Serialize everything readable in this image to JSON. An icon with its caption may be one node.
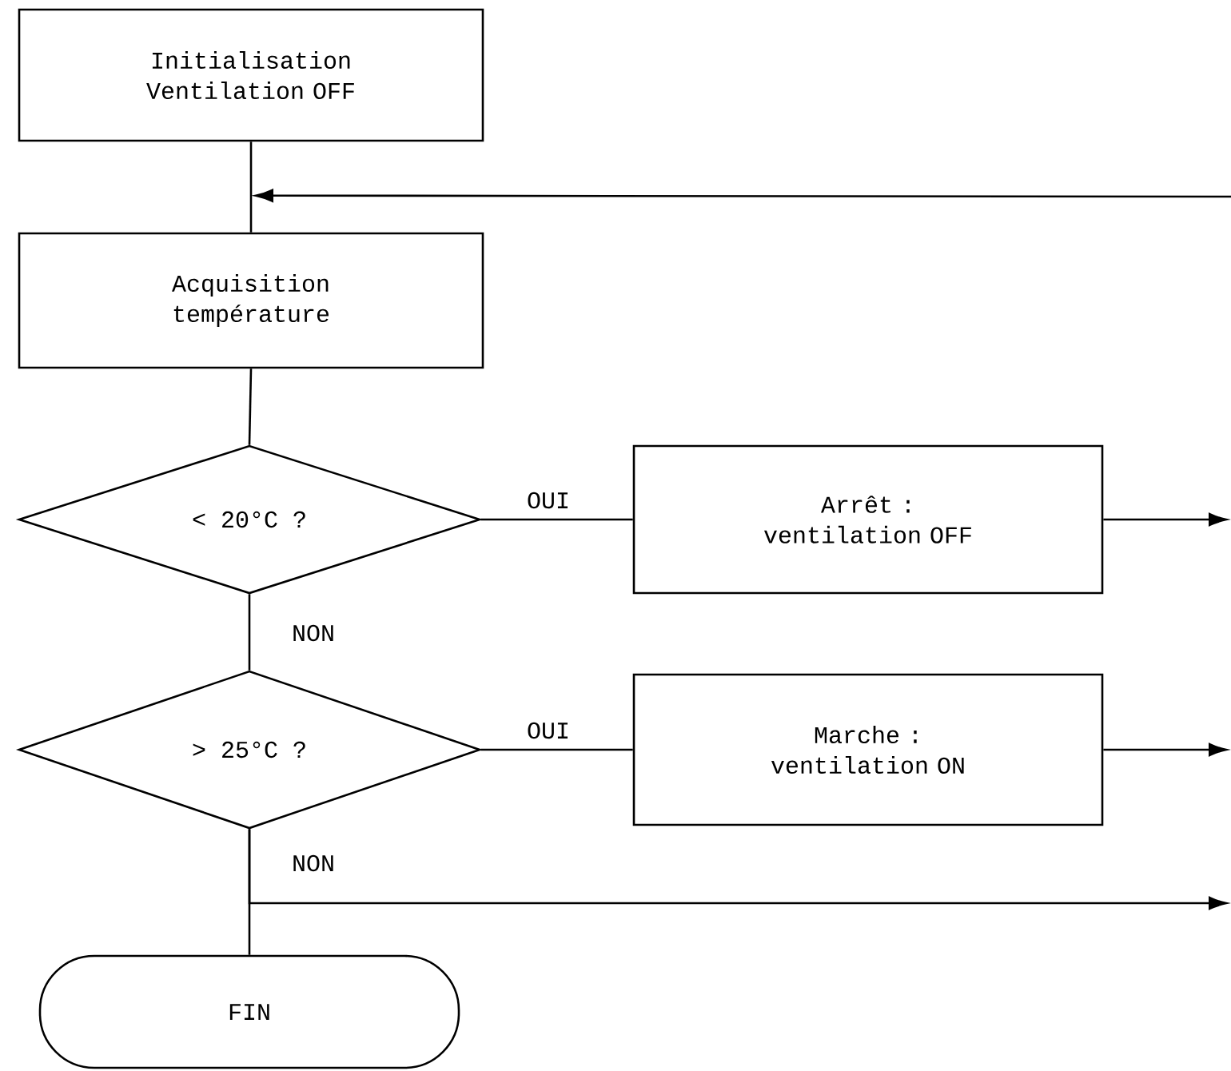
{
  "diagram": {
    "nodes": [
      {
        "text": [
          "Initialisation Ventilation OFF"
        ]
      },
      {
        "text": [
          "Acquisition température"
        ]
      },
      {
        "text": [
          "< 20°C ?"
        ]
      },
      {
        "text": [
          "Arrêt : ventilation OFF"
        ]
      },
      {
        "text": [
          "> 25°C ?"
        ]
      },
      {
        "text": [
          "Marche : ventilation ON"
        ]
      },
      {
        "text": [
          "FIN"
        ]
      }
    ],
    "edges": [
      {
        "from": 0,
        "to": 1,
        "arrow": "none"
      },
      {
        "from": null,
        "to": 1,
        "arrow": "to"
      },
      {
        "from": 1,
        "to": 2,
        "arrow": "none"
      },
      {
        "from": 2,
        "to": 3,
        "arrow": "none",
        "label": "OUI"
      },
      {
        "from": 3,
        "to": null,
        "arrow": "to"
      },
      {
        "from": 2,
        "to": 4,
        "arrow": "none",
        "label": "NON"
      },
      {
        "from": 4,
        "to": 5,
        "arrow": "none",
        "label": "OUI"
      },
      {
        "from": 5,
        "to": null,
        "arrow": "to"
      },
      {
        "from": 4,
        "to": null,
        "arrow": "to"
      },
      {
        "from": 4,
        "to": 6,
        "arrow": "none",
        "label": "NON"
      }
    ]
  }
}
